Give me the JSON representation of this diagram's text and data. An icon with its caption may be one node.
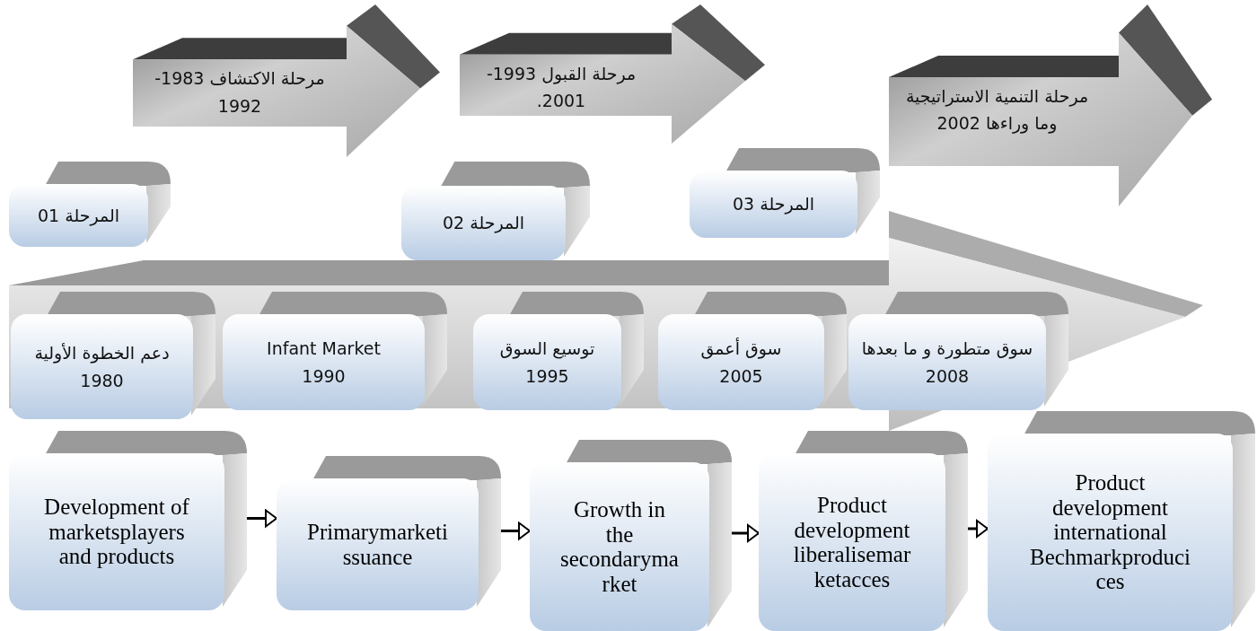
{
  "diagram": {
    "nodes": [
      {
        "text": [
          "المرحلة 01"
        ]
      },
      {
        "text": [
          "مرحلة الاكتشاف 1983- 1992"
        ]
      },
      {
        "text": [
          "المرحلة 02"
        ]
      },
      {
        "text": [
          "مرحلة القبول 1993- 2001."
        ]
      },
      {
        "text": [
          "المرحلة 03"
        ]
      },
      {
        "text": [
          "مرحلة التنمية الاستراتيجية وما وراءها 2002"
        ]
      },
      {
        "text": [],
        "shape": "arrow"
      },
      {
        "text": [
          "دعم الخطوة الأولية 1980"
        ],
        "in": 6
      },
      {
        "text": [
          "Infant Market 1990"
        ],
        "in": 6
      },
      {
        "text": [
          "توسيع السوق 1995"
        ],
        "in": 6
      },
      {
        "text": [
          "سوق أعمق 2005"
        ],
        "in": 6
      },
      {
        "text": [
          "سوق متطورة و ما بعدها 2008"
        ],
        "in": 6
      },
      {
        "text": [
          "Development of marketsplayers and products"
        ]
      },
      {
        "text": [
          "Primarymarketi ssuance"
        ]
      },
      {
        "text": [
          "Growth in the secondaryma rket"
        ]
      },
      {
        "text": [
          "Product development liberalisemar ketacces"
        ]
      },
      {
        "text": [
          "Product development international Bechmarkproduci ces"
        ]
      }
    ],
    "edges": [
      {
        "from": 12,
        "to": 13,
        "arrow": "to"
      },
      {
        "from": 13,
        "to": 14,
        "arrow": "to"
      },
      {
        "from": 14,
        "to": 15,
        "arrow": "to"
      },
      {
        "from": 15,
        "to": 16,
        "arrow": "to"
      }
    ]
  }
}
